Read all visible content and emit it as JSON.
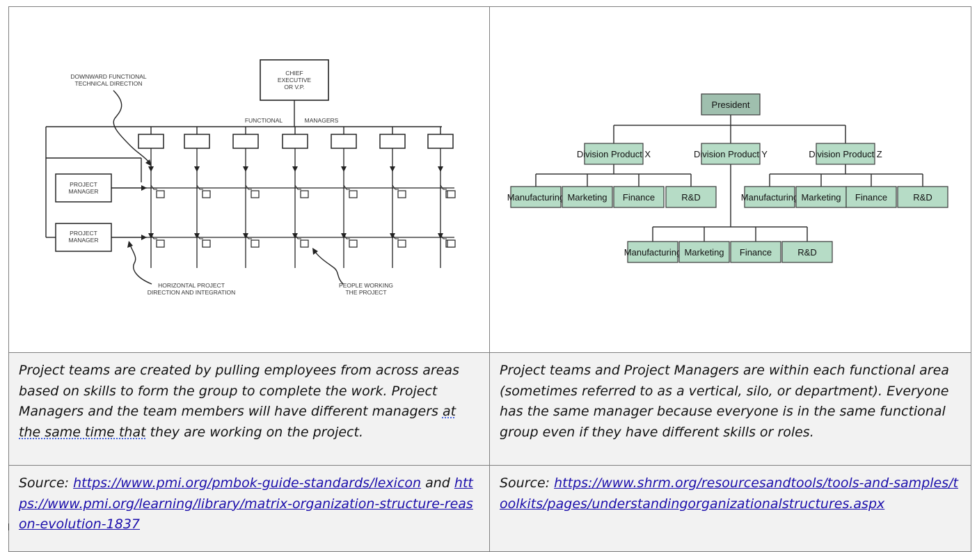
{
  "matrix_diagram": {
    "chief_label": [
      "CHIEF",
      "EXECUTIVE",
      "OR V.P."
    ],
    "functional_label": "FUNCTIONAL",
    "managers_label": "MANAGERS",
    "downward_label": [
      "DOWNWARD FUNCTIONAL",
      "TECHNICAL DIRECTION"
    ],
    "project_manager_1": [
      "PROJECT",
      "MANAGER"
    ],
    "project_manager_2": [
      "PROJECT",
      "MANAGER"
    ],
    "horizontal_label": [
      "HORIZONTAL PROJECT",
      "DIRECTION AND INTEGRATION"
    ],
    "people_label": [
      "PEOPLE WORKING",
      "THE PROJECT"
    ]
  },
  "org_chart": {
    "president": "President",
    "division_x": "Division Product X",
    "division_y": "Division Product Y",
    "division_z": "Division Product Z",
    "x_children": [
      "Manufacturing",
      "Marketing",
      "Finance",
      "R&D"
    ],
    "z_children": [
      "Manufacturing",
      "Marketing",
      "Finance",
      "R&D"
    ],
    "y_children": [
      "Manufacturing",
      "Marketing",
      "Finance",
      "R&D"
    ],
    "colors": {
      "president_fill": "#9fbfae",
      "node_fill": "#b6dcc6",
      "line": "#333333"
    }
  },
  "left_description": {
    "part1": "Project teams are created by pulling employees from across areas based on skills to form the group to complete the work. Project Managers and the team members will have different managers ",
    "part2": "at the same time that",
    "part3": " they are working on the project."
  },
  "right_description": "Project teams and Project Managers are within each functional area (sometimes referred to as a vertical, silo, or department). Everyone has the same manager because everyone is in the same functional group even if they have different skills or roles.",
  "left_source": {
    "prefix": "Source: ",
    "link1": "https://www.pmi.org/pmbok-guide-standards/lexicon",
    "middle": " and ",
    "link2": "https://www.pmi.org/learning/library/matrix-organization-structure-reason-evolution-1837"
  },
  "right_source": {
    "prefix": "Source: ",
    "link": "https://www.shrm.org/resourcesandtools/tools-and-samples/toolkits/pages/understandingorganizationalstructures.aspx"
  }
}
